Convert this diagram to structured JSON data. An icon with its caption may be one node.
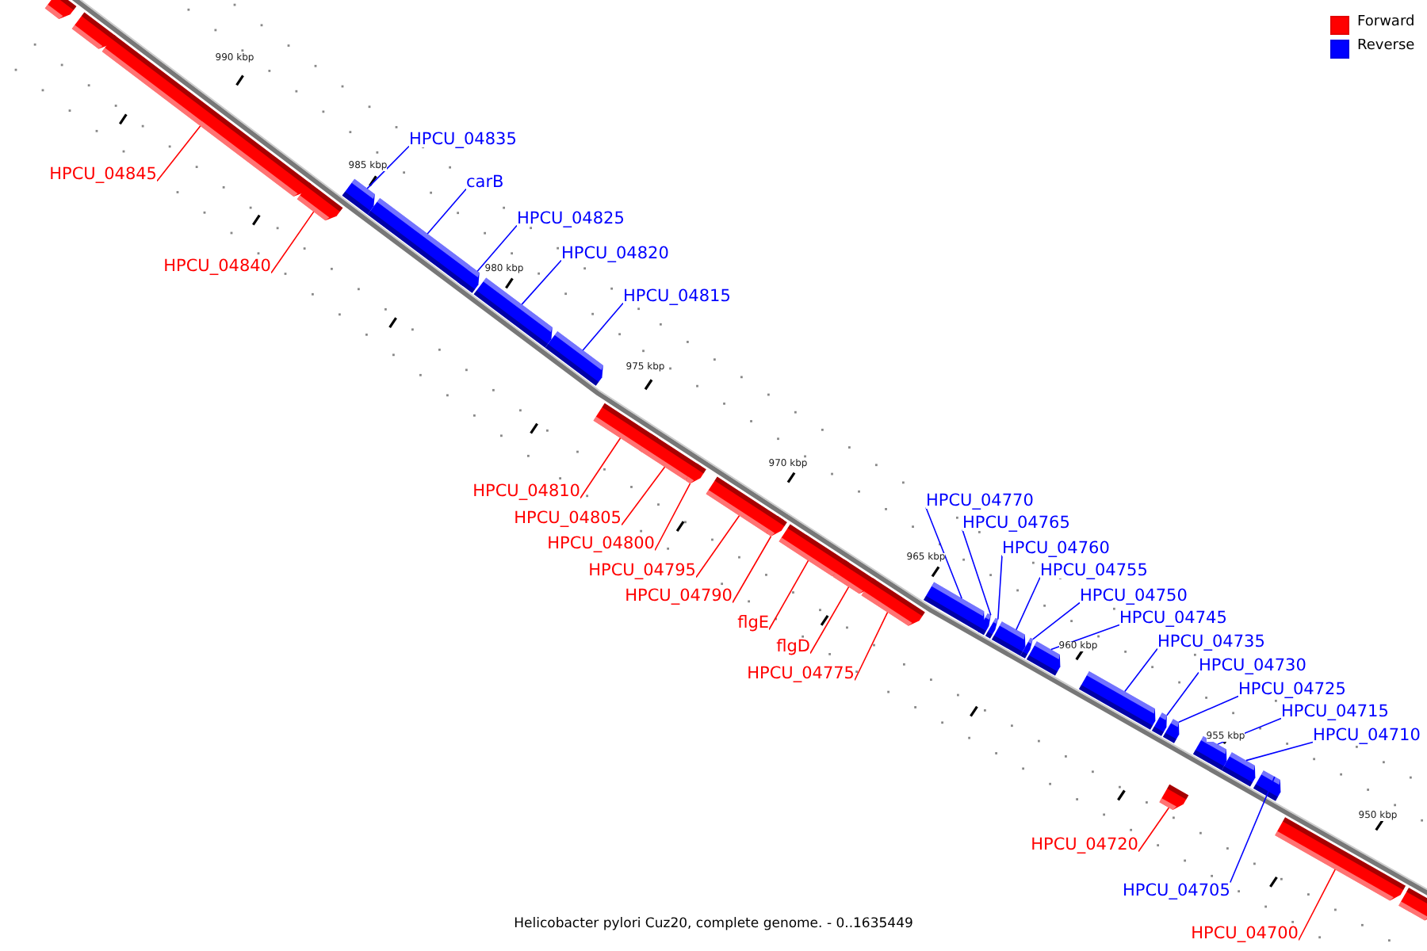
{
  "diagram": {
    "caption": "Helicobacter pylori Cuz20, complete genome. - 0..1635449",
    "nodes": [
      {
        "text": [],
        "shape": "bar"
      },
      {
        "text": [],
        "shape": "bar"
      },
      {
        "text": [],
        "shape": "bar"
      },
      {
        "text": [],
        "shape": "bar"
      },
      {
        "text": [],
        "shape": "bar"
      },
      {
        "text": [],
        "shape": "bar"
      },
      {
        "text": [],
        "shape": "bar"
      },
      {
        "text": [],
        "shape": "bar"
      },
      {
        "text": [],
        "shape": "bar"
      },
      {
        "text": [],
        "shape": "bar"
      },
      {
        "text": [],
        "shape": "bar"
      },
      {
        "text": [],
        "shape": "bar"
      },
      {
        "text": [],
        "shape": "bar"
      },
      {
        "text": [],
        "shape": "bar"
      },
      {
        "text": [],
        "shape": "bar"
      },
      {
        "text": [],
        "shape": "bar"
      },
      {
        "text": [],
        "shape": "bar"
      },
      {
        "text": [],
        "shape": "bar"
      },
      {
        "text": [],
        "shape": "bar"
      },
      {
        "text": [],
        "shape": "bar"
      },
      {
        "text": [],
        "shape": "bar"
      },
      {
        "text": [],
        "shape": "bar"
      },
      {
        "text": [],
        "shape": "bar"
      },
      {
        "text": [],
        "shape": "bar"
      },
      {
        "text": [],
        "shape": "bar"
      },
      {
        "text": [],
        "shape": "bar"
      },
      {
        "text": [],
        "shape": "bar"
      },
      {
        "text": [],
        "shape": "bar"
      },
      {
        "text": [],
        "shape": "bar"
      },
      {
        "text": [],
        "shape": "bar"
      },
      {
        "text": [],
        "shape": "bar"
      },
      {
        "text": [],
        "shape": "bar"
      },
      {
        "text": [
          "HPCU_04845"
        ]
      },
      {
        "text": [
          "HPCU_04840"
        ]
      },
      {
        "text": [
          "HPCU_04835"
        ]
      },
      {
        "text": [
          "carB"
        ]
      },
      {
        "text": [
          "HPCU_04825"
        ]
      },
      {
        "text": [
          "HPCU_04820"
        ]
      },
      {
        "text": [
          "HPCU_04815"
        ]
      },
      {
        "text": [
          "HPCU_04810"
        ]
      },
      {
        "text": [
          "HPCU_04805"
        ]
      },
      {
        "text": [
          "HPCU_04800"
        ]
      },
      {
        "text": [
          "HPCU_04795"
        ]
      },
      {
        "text": [
          "HPCU_04790"
        ]
      },
      {
        "text": [
          "flgE"
        ]
      },
      {
        "text": [
          "flgD"
        ]
      },
      {
        "text": [
          "HPCU_04775"
        ]
      },
      {
        "text": [
          "HPCU_04770"
        ]
      },
      {
        "text": [
          "HPCU_04765"
        ]
      },
      {
        "text": [
          "HPCU_04760"
        ]
      },
      {
        "text": [
          "HPCU_04755"
        ]
      },
      {
        "text": [
          "HPCU_04750"
        ]
      },
      {
        "text": [
          "HPCU_04745"
        ]
      },
      {
        "text": [
          "HPCU_04735"
        ]
      },
      {
        "text": [
          "HPCU_04730"
        ]
      },
      {
        "text": [
          "HPCU_04725"
        ]
      },
      {
        "text": [
          "HPCU_04715"
        ]
      },
      {
        "text": [
          "HPCU_04710"
        ]
      },
      {
        "text": [
          "HPCU_04705"
        ]
      },
      {
        "text": [
          "HPCU_04720"
        ]
      },
      {
        "text": [
          "HPCU_04700"
        ]
      }
    ],
    "edges": [
      {
        "from": 32,
        "to": 2,
        "arrow": "none",
        "color": "#ff0000"
      },
      {
        "from": 33,
        "to": 3,
        "arrow": "none",
        "color": "#ff0000"
      },
      {
        "from": 34,
        "to": 4,
        "arrow": "none"
      },
      {
        "from": 35,
        "to": 5,
        "arrow": "none"
      },
      {
        "from": 36,
        "to": 6,
        "arrow": "none"
      },
      {
        "from": 37,
        "to": 7,
        "arrow": "none"
      },
      {
        "from": 38,
        "to": 8,
        "arrow": "none"
      },
      {
        "from": 39,
        "to": 9,
        "arrow": "none",
        "color": "#ff0000"
      },
      {
        "from": 40,
        "to": 10,
        "arrow": "none",
        "color": "#ff0000"
      },
      {
        "from": 41,
        "to": 11,
        "arrow": "none",
        "color": "#ff0000"
      },
      {
        "from": 42,
        "to": 12,
        "arrow": "none",
        "color": "#ff0000"
      },
      {
        "from": 43,
        "to": 13,
        "arrow": "none",
        "color": "#ff0000"
      },
      {
        "from": 44,
        "to": 14,
        "arrow": "none",
        "color": "#ff0000"
      },
      {
        "from": 45,
        "to": 15,
        "arrow": "none",
        "color": "#ff0000"
      },
      {
        "from": 46,
        "to": 16,
        "arrow": "none",
        "color": "#ff0000"
      },
      {
        "from": 47,
        "to": 17,
        "arrow": "none"
      },
      {
        "from": 48,
        "to": 18,
        "arrow": "none"
      },
      {
        "from": 49,
        "to": 19,
        "arrow": "none"
      },
      {
        "from": 50,
        "to": 20,
        "arrow": "none"
      },
      {
        "from": 51,
        "to": 21,
        "arrow": "none"
      },
      {
        "from": 52,
        "to": 22,
        "arrow": "none"
      },
      {
        "from": 53,
        "to": 23,
        "arrow": "none"
      },
      {
        "from": 54,
        "to": 24,
        "arrow": "none"
      },
      {
        "from": 55,
        "to": 25,
        "arrow": "none"
      },
      {
        "from": 56,
        "to": 26,
        "arrow": "none"
      },
      {
        "from": 57,
        "to": 27,
        "arrow": "none"
      },
      {
        "from": 58,
        "to": 28,
        "arrow": "none"
      },
      {
        "from": 59,
        "to": 29,
        "arrow": "none",
        "color": "#ff0000"
      },
      {
        "from": 60,
        "to": 30,
        "arrow": "none",
        "color": "#ff0000"
      }
    ],
    "labels": [
      "990 kbp",
      "985 kbp",
      "980 kbp",
      "975 kbp",
      "970 kbp",
      "965 kbp",
      "960 kbp",
      "955 kbp",
      "950 kbp"
    ],
    "legend": [
      {
        "text": "Forward",
        "color": "#ff0000"
      },
      {
        "text": "Reverse",
        "color": "#0000ff"
      }
    ]
  }
}
